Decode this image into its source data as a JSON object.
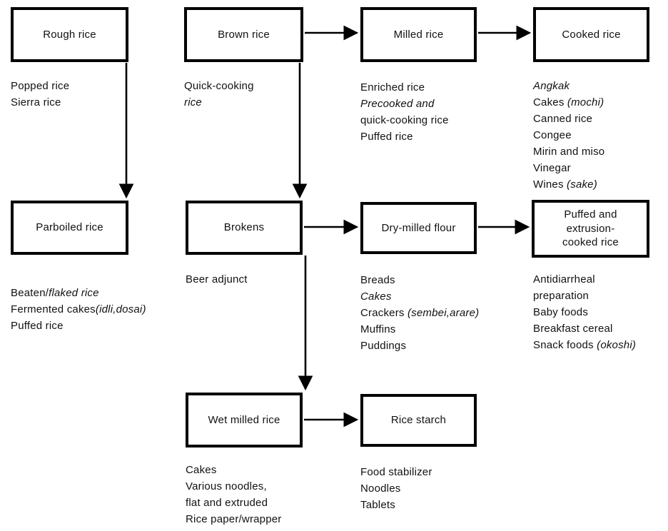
{
  "diagram": {
    "boxes": {
      "rough_rice": "Rough rice",
      "brown_rice": "Brown rice",
      "milled_rice": "Milled rice",
      "cooked_rice": "Cooked rice",
      "parboiled_rice": "Parboiled rice",
      "brokens": "Brokens",
      "dry_milled_flour": "Dry-milled flour",
      "puffed_extrusion": "Puffed and\nextrusion-\ncooked rice",
      "wet_milled_rice": "Wet milled rice",
      "rice_starch": "Rice starch"
    },
    "lists": {
      "rough_rice_products": [
        "Popped rice",
        "Sierra rice"
      ],
      "brown_rice_products": [
        "Quick-cooking",
        [
          {
            "t": "rice",
            "i": true
          }
        ]
      ],
      "milled_rice_products": [
        "Enriched rice",
        [
          {
            "t": "Precooked and",
            "i": true
          }
        ],
        "quick-cooking rice",
        "Puffed rice"
      ],
      "cooked_rice_products": [
        [
          {
            "t": "Angkak",
            "i": true
          }
        ],
        [
          {
            "t": "Cakes ",
            "i": false
          },
          {
            "t": "(mochi)",
            "i": true
          }
        ],
        "Canned rice",
        "Congee",
        "Mirin and miso",
        "Vinegar",
        [
          {
            "t": "Wines ",
            "i": false
          },
          {
            "t": "(sake)",
            "i": true
          }
        ]
      ],
      "parboiled_rice_products": [
        [
          {
            "t": "Beaten/",
            "i": false
          },
          {
            "t": "flaked rice",
            "i": true
          }
        ],
        [
          {
            "t": "Fermented cakes",
            "i": false
          },
          {
            "t": "(idli,dosai)",
            "i": true
          }
        ],
        "Puffed rice"
      ],
      "brokens_products": [
        "Beer adjunct"
      ],
      "dry_milled_flour_products": [
        "Breads",
        [
          {
            "t": "Cakes",
            "i": true
          }
        ],
        [
          {
            "t": "Crackers ",
            "i": false
          },
          {
            "t": "(sembei,arare)",
            "i": true
          }
        ],
        "Muffins",
        "Puddings"
      ],
      "puffed_extrusion_products": [
        "Antidiarrheal",
        "preparation",
        "Baby foods",
        "Breakfast cereal",
        [
          {
            "t": "Snack foods ",
            "i": false
          },
          {
            "t": "(okoshi)",
            "i": true
          }
        ]
      ],
      "wet_milled_rice_products": [
        "Cakes",
        "Various noodles,",
        "flat and extruded",
        "Rice paper/wrapper"
      ],
      "rice_starch_products": [
        "Food stabilizer",
        "Noodles",
        "Tablets"
      ]
    },
    "colors": {
      "ink": "#111111",
      "border": "#000000",
      "background": "#ffffff"
    }
  }
}
